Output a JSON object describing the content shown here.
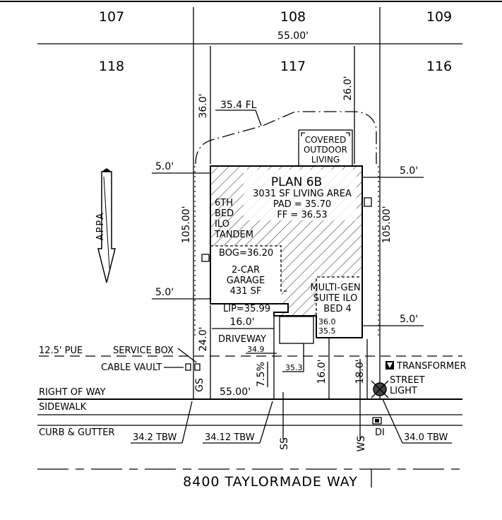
{
  "lots": {
    "top_row": [
      "107",
      "108",
      "109"
    ],
    "mid_row": [
      "118",
      "117",
      "116"
    ]
  },
  "dimensions": {
    "rear_width": "55.00'",
    "front_width": "55.00'",
    "left_depth": "105.00'",
    "right_depth": "105.00'",
    "rear_setback_left": "36.0'",
    "rear_setback_right": "26.0'",
    "side_setback_left_upper": "5.0'",
    "side_setback_left_lower": "5.0'",
    "side_setback_right_upper": "5.0'",
    "side_setback_right_lower": "5.0'",
    "front_setback_garage": "24.0'",
    "driveway_width": "16.0'",
    "front_setback_house": "16.0'",
    "right_front_setback": "18.0'",
    "driveway_slope": "7.5%",
    "rear_fl": "35.4 FL"
  },
  "house": {
    "plan_name": "PLAN 6B",
    "living_area": "3031 SF LIVING AREA",
    "pad": "PAD = 35.70",
    "ff": "FF = 36.53",
    "bed6": [
      "6TH",
      "BED",
      "ILO",
      "TANDEM"
    ],
    "covered_outdoor": [
      "COVERED",
      "OUTDOOR",
      "LIVING"
    ],
    "bog": "BOG=36.20",
    "garage": [
      "2-CAR",
      "GARAGE",
      "431 SF"
    ],
    "lip": "LIP=35.99",
    "multigen": [
      "MULTI-GEN",
      "SUITE ILO",
      "BED 4"
    ],
    "elev_upper": "36.0",
    "elev_lower": "35.5"
  },
  "driveway": {
    "label": "DRIVEWAY",
    "elev_349": "34.9",
    "elev_353": "35.3"
  },
  "labels": {
    "pue": "12.5' PUE",
    "service_box": "SERVICE BOX",
    "cable_vault": "CABLE VAULT",
    "transformer": "TRANSFORMER",
    "street_light": [
      "STREET",
      "LIGHT"
    ],
    "right_of_way": "RIGHT OF WAY",
    "sidewalk": "SIDEWALK",
    "curb_gutter": "CURB & GUTTER",
    "tbw_left": "34.2 TBW",
    "tbw_mid": "34.12 TBW",
    "tbw_right": "34.0 TBW",
    "gs": "GS",
    "ss": "SS",
    "ws": "WS",
    "di": "DI"
  },
  "north_arrow_letters": "APPA",
  "street_name": "8400 TAYLORMADE WAY"
}
